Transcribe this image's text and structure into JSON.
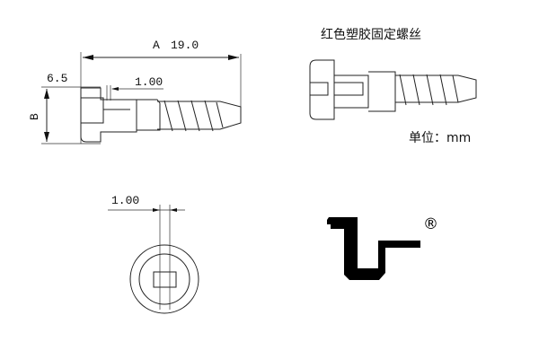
{
  "title": "红色塑胶固定螺丝",
  "unit_label": "单位：mm",
  "side_view": {
    "length_label": "A",
    "length_value": "19.0",
    "head_height": "6.5",
    "diameter_label": "B",
    "slot_width": "1.00"
  },
  "end_view": {
    "slot_width": "1.00"
  },
  "logo": {
    "mark": "®"
  }
}
